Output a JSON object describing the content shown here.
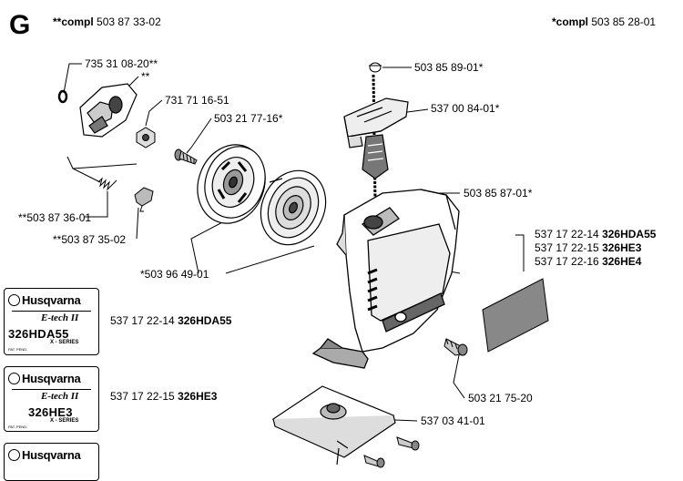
{
  "header": {
    "letter": "G",
    "left_compl_prefix": "**compl",
    "left_compl_number": "503 87 33-02",
    "right_compl_prefix": "*compl",
    "right_compl_number": "503 85 28-01"
  },
  "parts": {
    "p1": "735 31 08-20**",
    "p2": "**",
    "p3": "731 71 16-51",
    "p4": "503 21 77-16*",
    "p5": "**503 87 36-01",
    "p6": "**503 87 35-02",
    "p7": "*503 96 49-01",
    "p8": "503 85 89-01*",
    "p9": "537 00 84-01*",
    "p10": "503 85 87-01*",
    "p11": "503 21 75-20",
    "p12": "537 03 41-01"
  },
  "decal_parts": [
    {
      "number": "537 17 22-14",
      "model": "326HDA55"
    },
    {
      "number": "537 17 22-15",
      "model": "326HE3"
    },
    {
      "number": "537 17 22-16",
      "model": "326HE4"
    }
  ],
  "decals": [
    {
      "brand": "Husqvarna",
      "etech": "E-tech II",
      "model": "326HDA55",
      "series": "X - SERIES",
      "pat": "PAT. PEND.",
      "number": "537 17 22-14",
      "model_label": "326HDA55"
    },
    {
      "brand": "Husqvarna",
      "etech": "E-tech II",
      "model": "326HE3",
      "series": "X - SERIES",
      "pat": "PAT. PEND.",
      "number": "537 17 22-15",
      "model_label": "326HE3"
    },
    {
      "brand": "Husqvarna"
    }
  ]
}
